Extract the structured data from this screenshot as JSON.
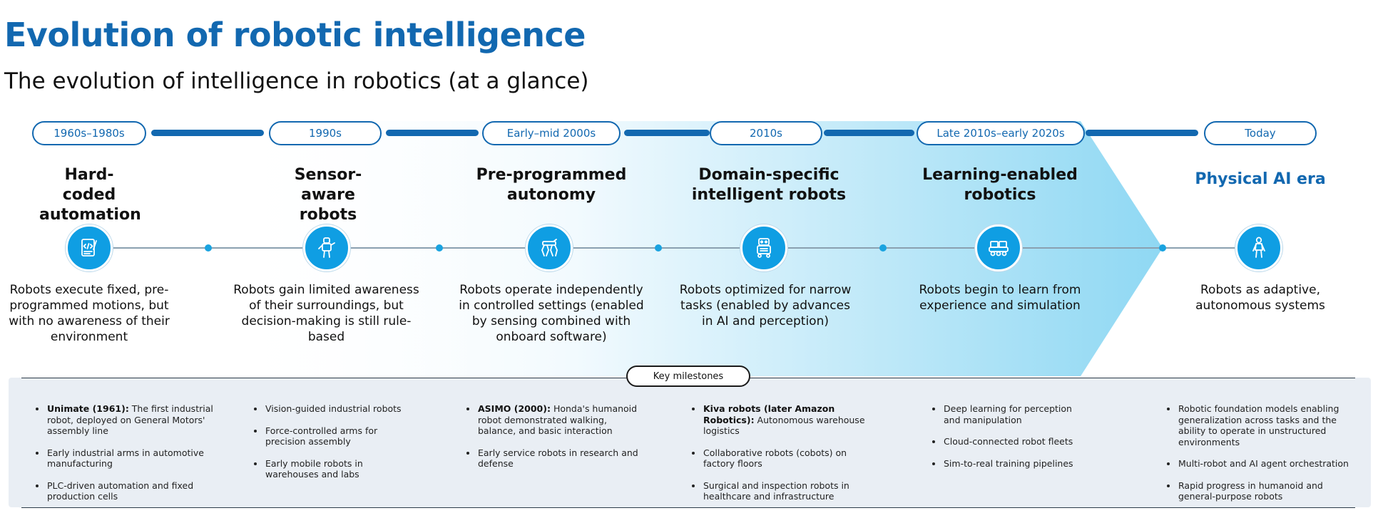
{
  "title": "Evolution of robotic intelligence",
  "subtitle": "The evolution of intelligence in robotics (at a glance)",
  "colors": {
    "brand": "#1268b0",
    "icon_fill": "#0f9ee3",
    "arrow_gradient_end": "#8fd8f3",
    "panel": "#e9eef4"
  },
  "stages": [
    {
      "era": "1960s–1980s",
      "title": "Hard-coded automation",
      "description": "Robots execute fixed, pre-programmed motions, but with no awareness of their environment",
      "icon": "code-document-icon"
    },
    {
      "era": "1990s",
      "title": "Sensor-aware robots",
      "description": "Robots gain limited awareness of their surroundings, but decision-making is still rule-based",
      "icon": "robot-figure-icon"
    },
    {
      "era": "Early–mid 2000s",
      "title": "Pre-programmed autonomy",
      "description": "Robots operate independently in controlled settings (enabled by sensing combined with onboard software)",
      "icon": "quadruped-robot-icon"
    },
    {
      "era": "2010s",
      "title": "Domain-specific intelligent robots",
      "description": "Robots optimized for narrow tasks (enabled by advances in AI and perception)",
      "icon": "service-robot-icon"
    },
    {
      "era": "Late 2010s–early 2020s",
      "title": "Learning-enabled robotics",
      "description": "Robots begin to learn from experience and simulation",
      "icon": "warehouse-robot-icon"
    },
    {
      "era": "Today",
      "title": "Physical AI era",
      "description": "Robots as adaptive, autonomous systems",
      "icon": "humanoid-robot-icon"
    }
  ],
  "milestones_label": "Key milestones",
  "milestones": [
    [
      {
        "bold": "Unimate (1961):",
        "text": " The first industrial robot, deployed on General Motors' assembly line"
      },
      {
        "bold": "",
        "text": "Early industrial arms in automotive manufacturing"
      },
      {
        "bold": "",
        "text": "PLC-driven automation and fixed production cells"
      }
    ],
    [
      {
        "bold": "",
        "text": "Vision-guided industrial robots"
      },
      {
        "bold": "",
        "text": "Force-controlled arms for precision assembly"
      },
      {
        "bold": "",
        "text": "Early mobile robots in warehouses and labs"
      }
    ],
    [
      {
        "bold": "ASIMO (2000):",
        "text": " Honda's humanoid robot demonstrated walking, balance, and basic interaction"
      },
      {
        "bold": "",
        "text": "Early service robots in research and defense"
      }
    ],
    [
      {
        "bold": "Kiva robots (later Amazon Robotics):",
        "text": " Autonomous warehouse logistics"
      },
      {
        "bold": "",
        "text": "Collaborative robots (cobots) on factory floors"
      },
      {
        "bold": "",
        "text": "Surgical and inspection robots in healthcare and infrastructure"
      }
    ],
    [
      {
        "bold": "",
        "text": "Deep learning for perception and manipulation"
      },
      {
        "bold": "",
        "text": "Cloud-connected robot fleets"
      },
      {
        "bold": "",
        "text": "Sim-to-real training pipelines"
      }
    ],
    [
      {
        "bold": "",
        "text": "Robotic foundation models enabling generalization across tasks and the ability to operate in unstructured environments"
      },
      {
        "bold": "",
        "text": "Multi-robot and AI agent orchestration"
      },
      {
        "bold": "",
        "text": "Rapid progress in humanoid and general-purpose robots"
      }
    ]
  ]
}
